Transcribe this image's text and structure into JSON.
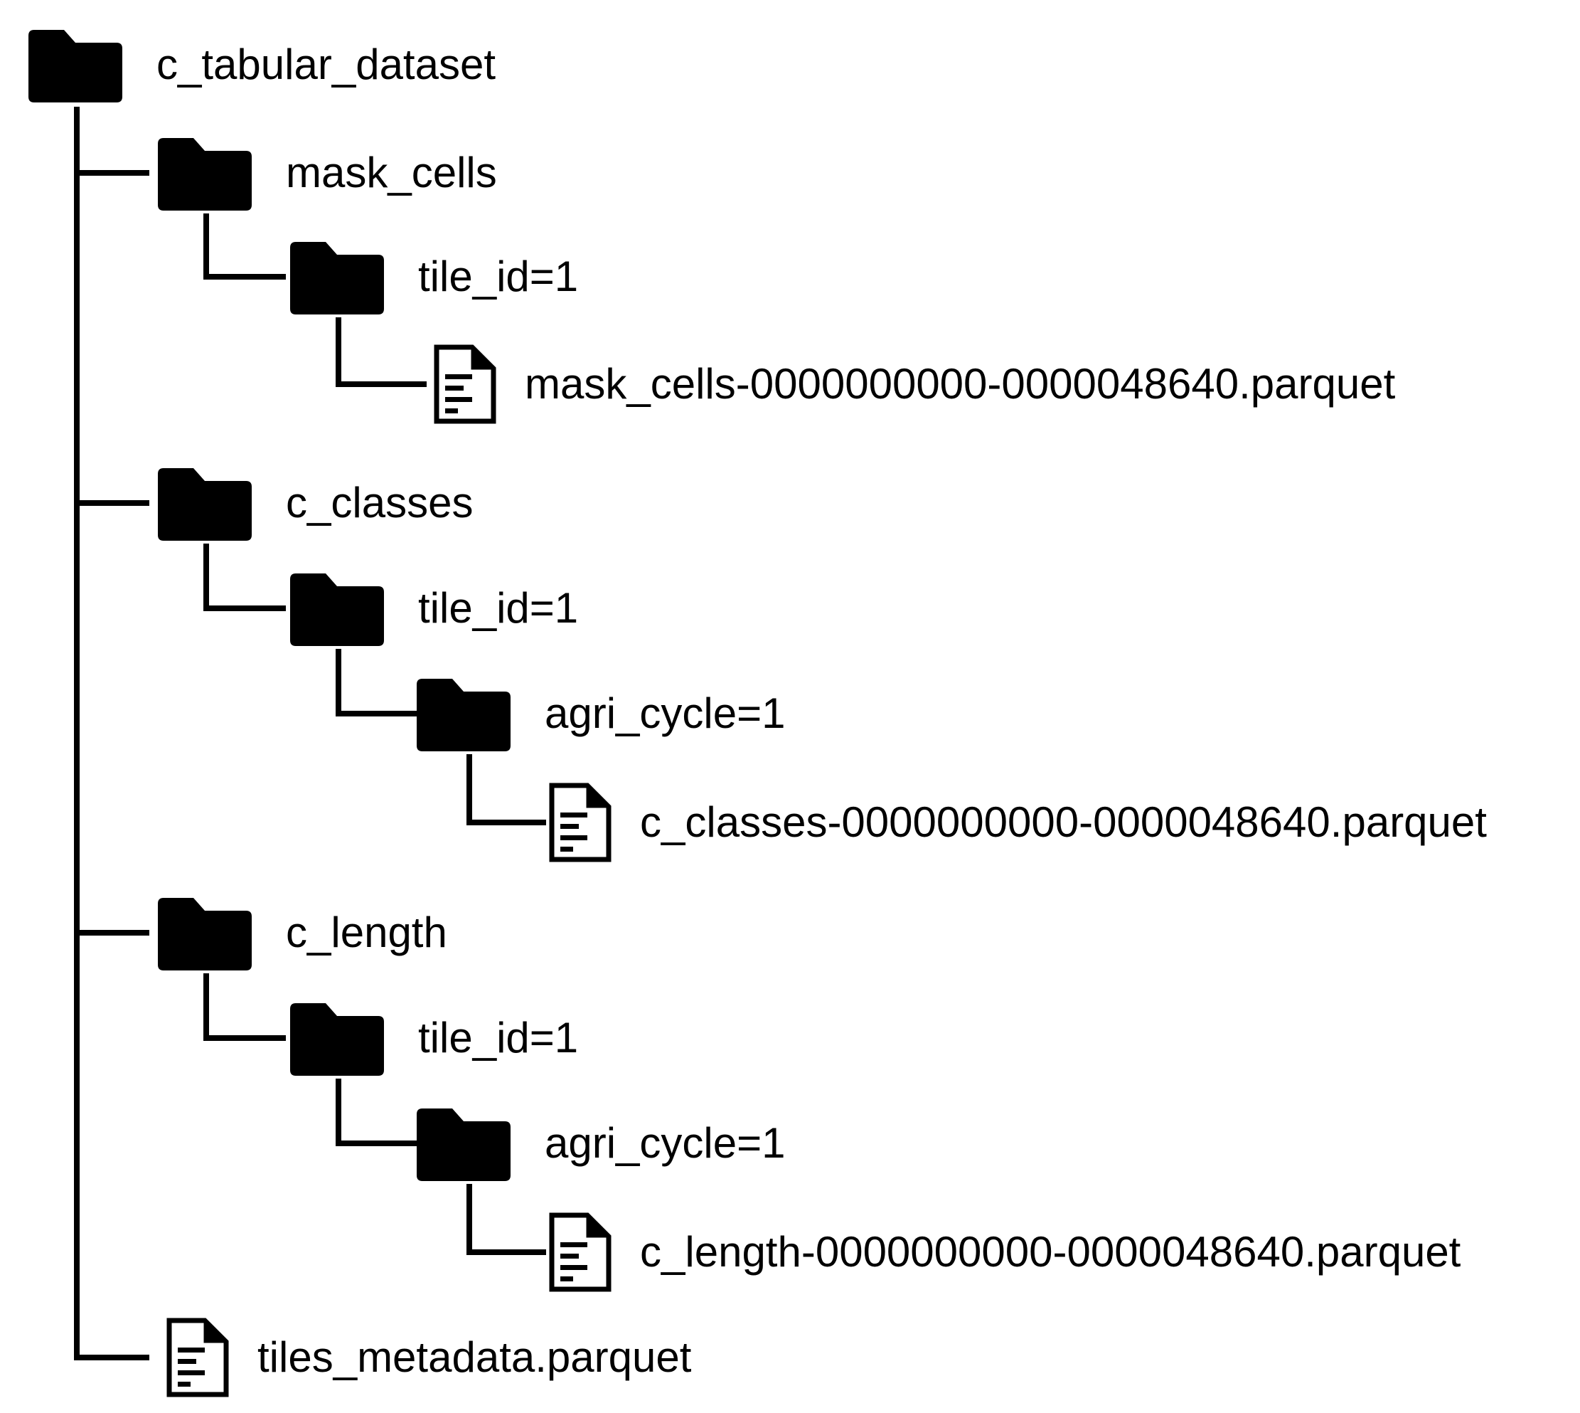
{
  "colors": {
    "foreground": "#000000",
    "background": "#ffffff"
  },
  "tree": {
    "label": "c_tabular_dataset",
    "type": "folder",
    "children": [
      {
        "label": "mask_cells",
        "type": "folder",
        "children": [
          {
            "label": "tile_id=1",
            "type": "folder",
            "children": [
              {
                "label": "mask_cells-0000000000-0000048640.parquet",
                "type": "file"
              }
            ]
          }
        ]
      },
      {
        "label": "c_classes",
        "type": "folder",
        "children": [
          {
            "label": "tile_id=1",
            "type": "folder",
            "children": [
              {
                "label": "agri_cycle=1",
                "type": "folder",
                "children": [
                  {
                    "label": "c_classes-0000000000-0000048640.parquet",
                    "type": "file"
                  }
                ]
              }
            ]
          }
        ]
      },
      {
        "label": "c_length",
        "type": "folder",
        "children": [
          {
            "label": "tile_id=1",
            "type": "folder",
            "children": [
              {
                "label": "agri_cycle=1",
                "type": "folder",
                "children": [
                  {
                    "label": "c_length-0000000000-0000048640.parquet",
                    "type": "file"
                  }
                ]
              }
            ]
          }
        ]
      },
      {
        "label": "tiles_metadata.parquet",
        "type": "file"
      }
    ]
  }
}
